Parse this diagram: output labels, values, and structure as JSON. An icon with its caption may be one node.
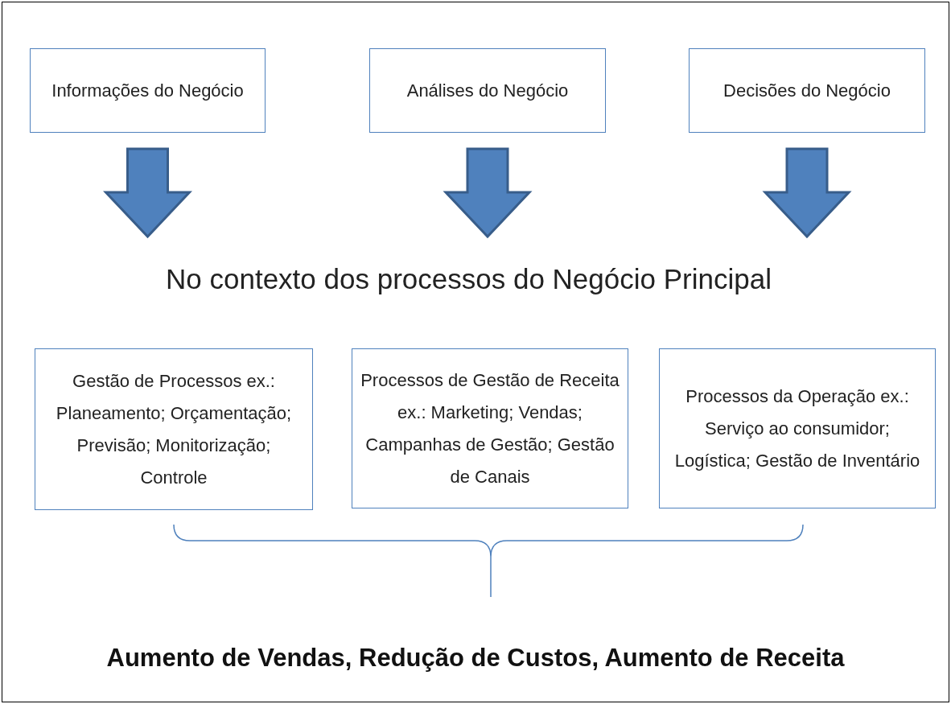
{
  "diagram": {
    "nodes": [
      {
        "text": [
          "Informações do Negócio"
        ]
      },
      {
        "text": [
          "Análises do Negócio"
        ]
      },
      {
        "text": [
          "Decisões do Negócio"
        ]
      },
      {
        "text": [
          "No contexto dos processos do Negócio Principal"
        ]
      },
      {
        "text": [
          "Gestão de Processos ex.: Planeamento; Orçamentação; Previsão; Monitorização; Controle"
        ]
      },
      {
        "text": [
          "Processos de Gestão de Receita ex.: Marketing; Vendas; Campanhas de Gestão; Gestão de Canais"
        ]
      },
      {
        "text": [
          "Processos da Operação ex.: Serviço ao consumidor; Logística; Gestão de Inventário"
        ]
      }
    ],
    "edges": [
      {
        "from": 0,
        "to": 3,
        "arrow": "to",
        "style": "thick"
      },
      {
        "from": 1,
        "to": 3,
        "arrow": "to",
        "style": "thick"
      },
      {
        "from": 2,
        "to": 3,
        "arrow": "to",
        "style": "thick"
      }
    ],
    "labels": [
      "Aumento de Vendas, Redução de Custos, Aumento de Receita"
    ]
  }
}
